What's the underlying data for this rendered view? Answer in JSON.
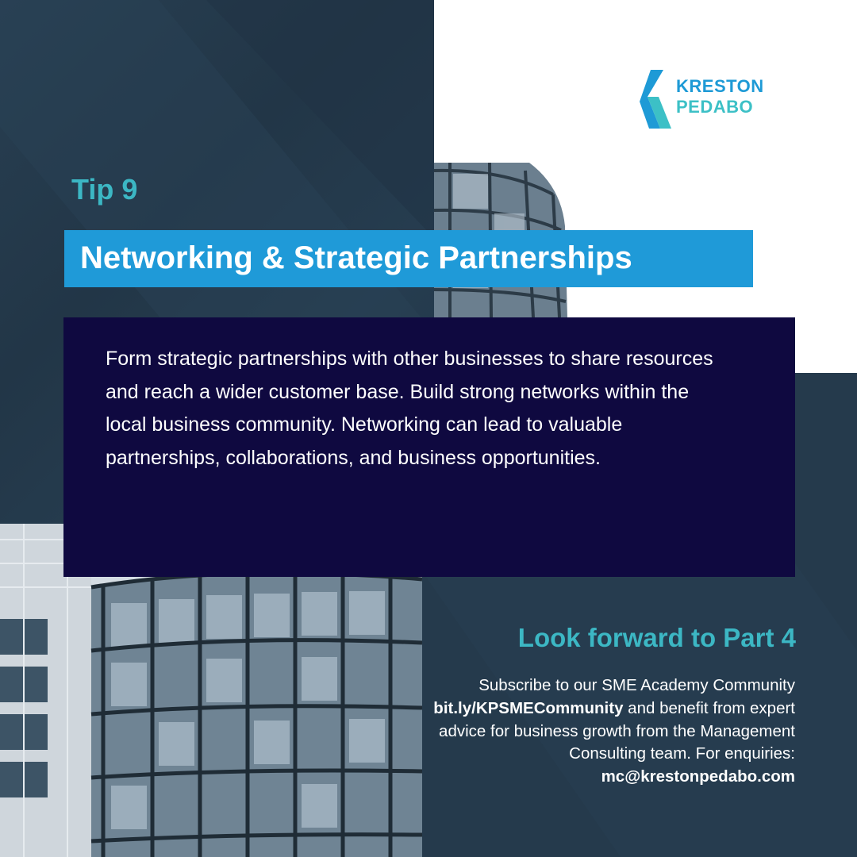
{
  "brand": {
    "line1": "KRESTON",
    "line2": "PEDABO",
    "primary_color": "#1e9ad6",
    "secondary_color": "#3cc0c6"
  },
  "tip": {
    "label": "Tip 9",
    "title": "Networking & Strategic Partnerships",
    "body": "Form strategic partnerships with other businesses to share resources and reach a wider customer base. Build strong networks within the local business community. Networking can lead to valuable partnerships, collaborations, and business opportunities."
  },
  "footer": {
    "heading": "Look forward to Part 4",
    "text_1": "Subscribe to our SME Academy Community ",
    "link": "bit.ly/KPSMECommunity",
    "text_2": " and benefit from expert advice for business growth from the Management Consulting team. For enquiries: ",
    "email": "mc@krestonpedabo.com"
  },
  "colors": {
    "dark_bg": "#243a4c",
    "accent_blue": "#1f9ad8",
    "navy_box": "#0f0940",
    "teal_text": "#3cb7c4"
  }
}
